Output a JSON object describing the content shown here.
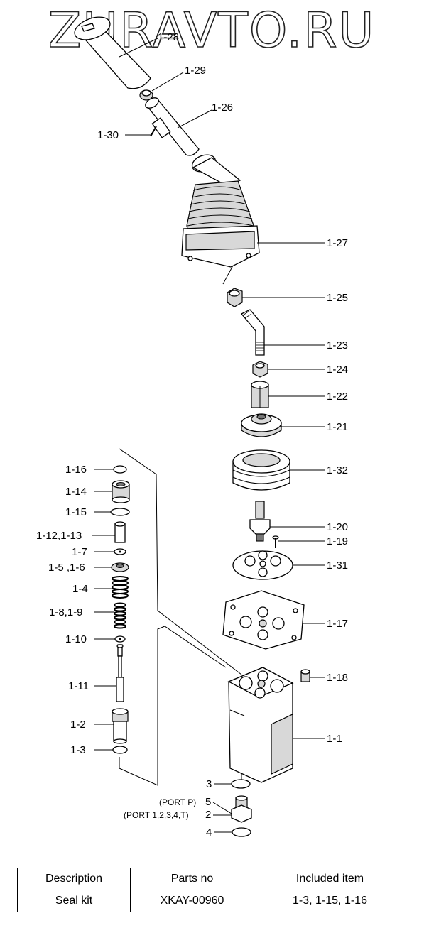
{
  "watermark": "ZURAVTO.RU",
  "labels": {
    "p1_28": "1-28",
    "p1_29": "1-29",
    "p1_26": "1-26",
    "p1_30": "1-30",
    "p1_27": "1-27",
    "p1_25": "1-25",
    "p1_23": "1-23",
    "p1_24": "1-24",
    "p1_22": "1-22",
    "p1_21": "1-21",
    "p1_32": "1-32",
    "p1_20": "1-20",
    "p1_19": "1-19",
    "p1_31": "1-31",
    "p1_17": "1-17",
    "p1_18": "1-18",
    "p1_1": "1-1",
    "p1_16": "1-16",
    "p1_14": "1-14",
    "p1_15": "1-15",
    "p1_12_13": "1-12,1-13",
    "p1_7": "1-7",
    "p1_5_6": "1-5 ,1-6",
    "p1_4": "1-4",
    "p1_8_9": "1-8,1-9",
    "p1_10": "1-10",
    "p1_11": "1-11",
    "p1_2": "1-2",
    "p1_3": "1-3",
    "p3": "3",
    "p5": "5",
    "p2": "2",
    "p4": "4",
    "port_p": "(PORT P)",
    "port_1234t": "(PORT 1,2,3,4,T)"
  },
  "table": {
    "headers": [
      "Description",
      "Parts no",
      "Included item"
    ],
    "rows": [
      [
        "Seal kit",
        "XKAY-00960",
        "1-3, 1-15, 1-16"
      ]
    ]
  }
}
